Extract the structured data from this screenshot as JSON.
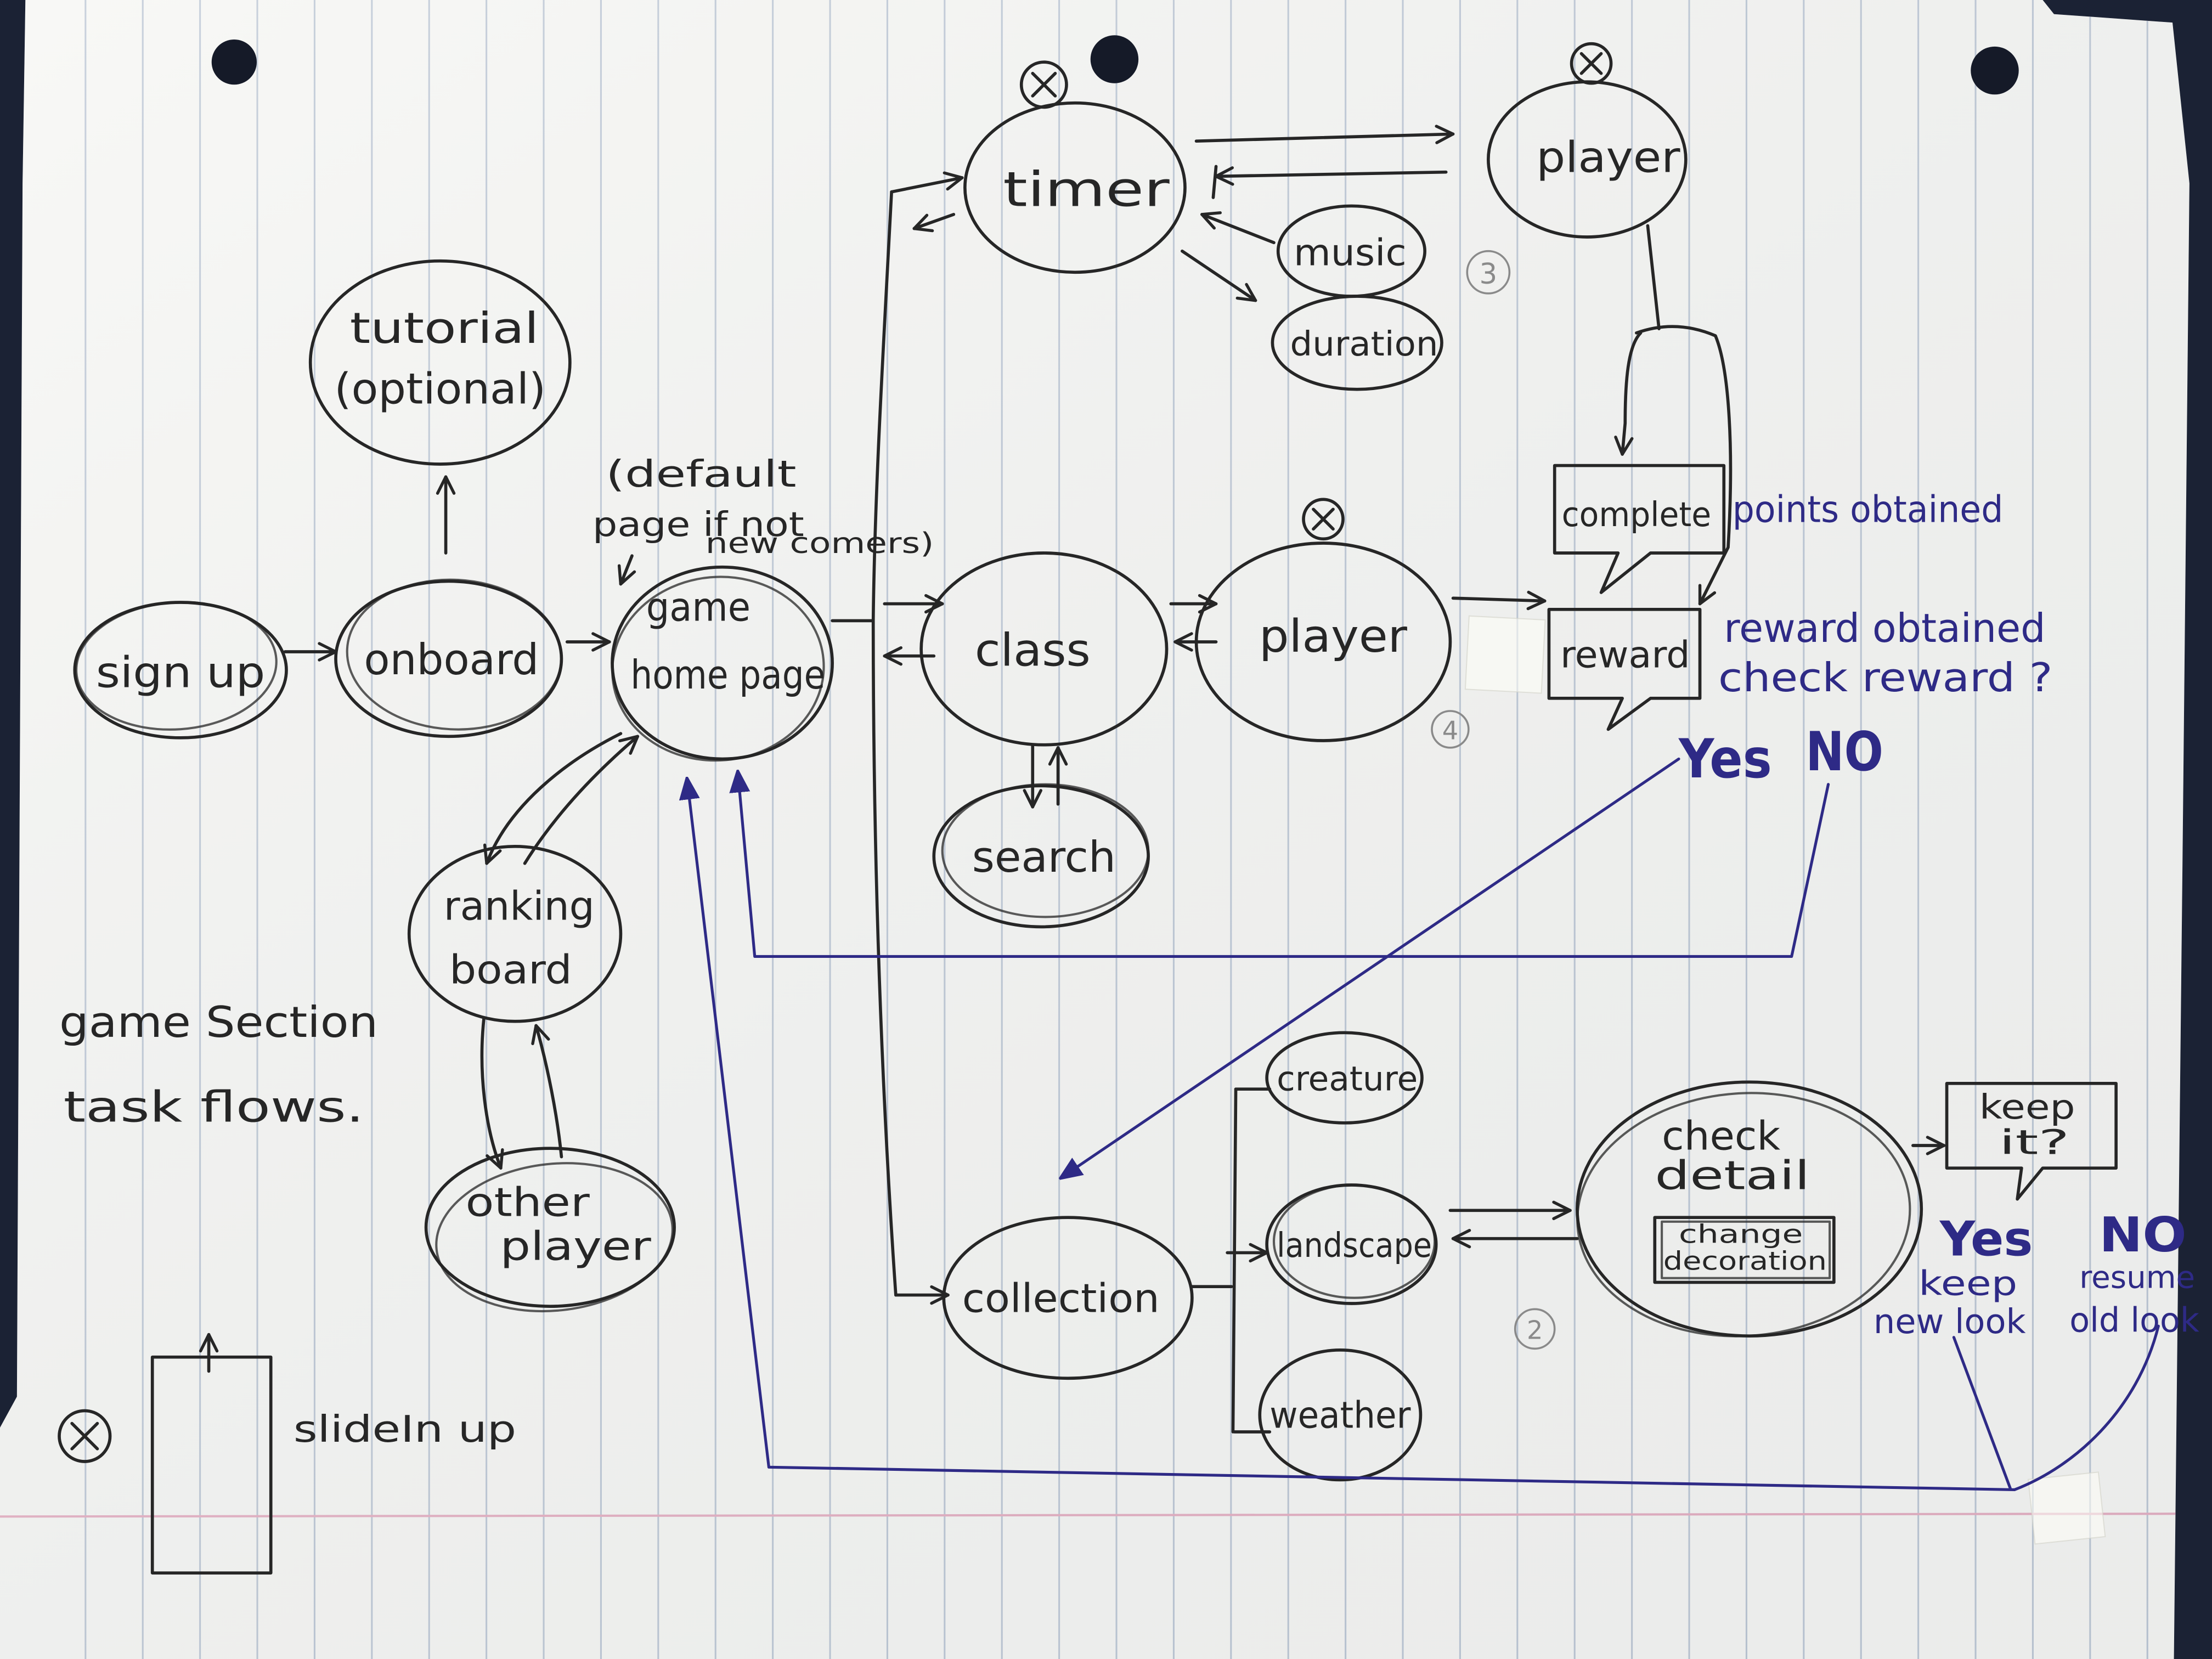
{
  "title": [
    "game Section",
    "task flows."
  ],
  "legend": {
    "label": "slideIn up"
  },
  "nodes": {
    "sign_up": "sign up",
    "onboard": "onboard",
    "tutorial": [
      "tutorial",
      "(optional)"
    ],
    "home_note": [
      "(default",
      "page if not",
      "new comers)"
    ],
    "game_home_page": [
      "game",
      "home page"
    ],
    "ranking_board": [
      "ranking",
      "board"
    ],
    "other_player": [
      "other",
      "player"
    ],
    "timer": "timer",
    "timer_player": "player",
    "music": "music",
    "duration": "duration",
    "class": "class",
    "class_player": "player",
    "search": "search",
    "collection": "collection",
    "creature": "creature",
    "landscape": "landscape",
    "weather": "weather",
    "check_detail": [
      "check",
      "detail"
    ],
    "change_decoration": [
      "change",
      "decoration"
    ]
  },
  "step_markers": {
    "timer_flow": "3",
    "class_flow": "4",
    "collection_flow": "2"
  },
  "bubbles": {
    "complete": "complete",
    "reward": "reward",
    "keep_it": [
      "keep",
      "it?"
    ]
  },
  "annotations": {
    "points_obtained": "points obtained",
    "reward_obtained": "reward obtained",
    "check_reward": "check reward ?",
    "reward_yes": "Yes",
    "reward_no": "NO",
    "keep_yes": "Yes",
    "keep_no": "NO",
    "keep_new_look": [
      "keep",
      "new look"
    ],
    "resume_old_look": [
      "resume",
      "old look"
    ]
  },
  "colors": {
    "ink": "#262626",
    "blue_ink": "#2e2a86",
    "paper": "#f6f6f3",
    "rule": "#b8c3d2",
    "margin": "#e3a9bd",
    "background": "#1b2234"
  }
}
